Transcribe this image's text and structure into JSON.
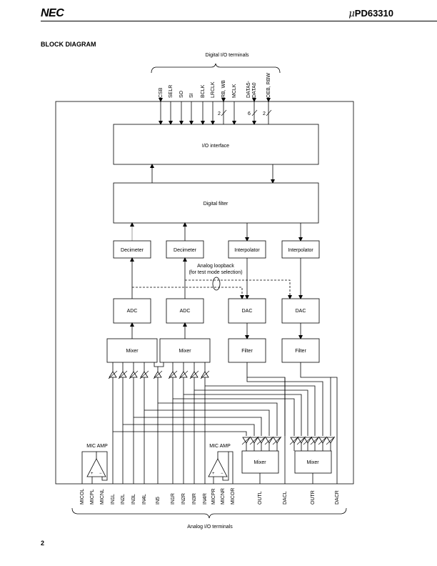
{
  "header": {
    "logo": "NEC",
    "part_prefix": "μ",
    "part_number": "PD63310"
  },
  "section_title": "BLOCK DIAGRAM",
  "page_number": "2",
  "diagram": {
    "digital_bracket": "Digital I/O terminals",
    "analog_bracket": "Analog I/O terminals",
    "top_pins": [
      "CSB",
      "SELR",
      "SO",
      "SI",
      "BCLK",
      "LRCLK",
      "RB, WB",
      "MCLK",
      "DATA5-",
      "DATA0",
      "OEB, RBW"
    ],
    "bus_widths": [
      "2",
      "6",
      "2"
    ],
    "blocks": {
      "io": "I/O interface",
      "filter_top": "Digital filter",
      "dec1": "Decimeter",
      "dec2": "Decimeter",
      "int1": "Interpolator",
      "int2": "Interpolator",
      "adc1": "ADC",
      "adc2": "ADC",
      "dac1": "DAC",
      "dac2": "DAC",
      "mix1": "Mixer",
      "mix2": "Mixer",
      "flt1": "Filter",
      "flt2": "Filter",
      "omix1": "Mixer",
      "omix2": "Mixer"
    },
    "loopback_line1": "Analog loopback",
    "loopback_line2": "(for test mode selection)",
    "mic_amp_left": "MIC AMP",
    "mic_amp_right": "MIC AMP",
    "bottom_pins": [
      "MICOL",
      "MICPL",
      "MICNL",
      "IN1L",
      "IN2L",
      "IN3L",
      "IN4L",
      "IN5",
      "IN1R",
      "IN2R",
      "IN3R",
      "IN4R",
      "MICPR",
      "MICNR",
      "MICOR",
      "OUTL",
      "DACL",
      "OUTR",
      "DACR"
    ]
  }
}
